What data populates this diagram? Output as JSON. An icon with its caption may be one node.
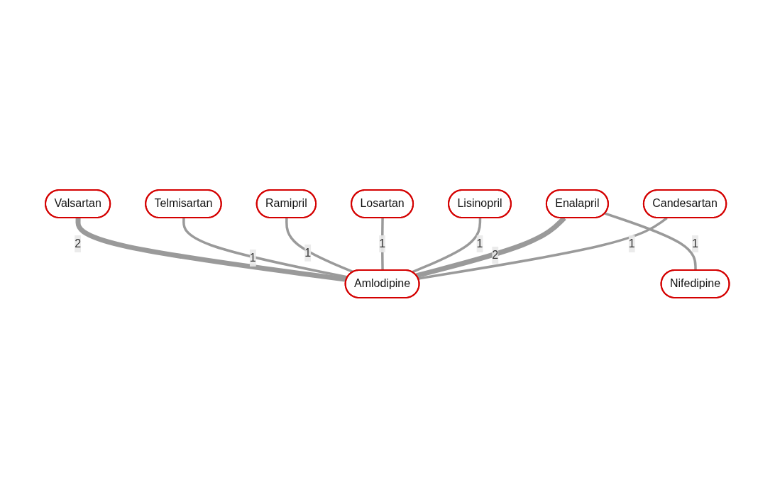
{
  "diagram": {
    "nodes": [
      {
        "text": [
          "Candesartan"
        ]
      },
      {
        "text": [
          "Enalapril"
        ]
      },
      {
        "text": [
          "Amlodipine"
        ]
      },
      {
        "text": [
          "Lisinopril"
        ]
      },
      {
        "text": [
          "Valsartan"
        ]
      },
      {
        "text": [
          "Losartan"
        ]
      },
      {
        "text": [
          "Telmisartan"
        ]
      },
      {
        "text": [
          "Nifedipine"
        ]
      },
      {
        "text": [
          "Ramipril"
        ]
      }
    ],
    "edges": [
      {
        "from": 0,
        "to": 2,
        "arrow": "none",
        "label": "1"
      },
      {
        "from": 1,
        "to": 2,
        "arrow": "none",
        "label": "2",
        "style": "thick"
      },
      {
        "from": 3,
        "to": 2,
        "arrow": "none",
        "label": "1"
      },
      {
        "from": 5,
        "to": 2,
        "arrow": "none",
        "label": "1"
      },
      {
        "from": 1,
        "to": 7,
        "arrow": "none",
        "label": "1"
      },
      {
        "from": 8,
        "to": 2,
        "arrow": "none",
        "label": "1"
      },
      {
        "from": 6,
        "to": 2,
        "arrow": "none",
        "label": "1"
      },
      {
        "from": 4,
        "to": 2,
        "arrow": "none",
        "label": "2",
        "style": "thick"
      }
    ]
  }
}
